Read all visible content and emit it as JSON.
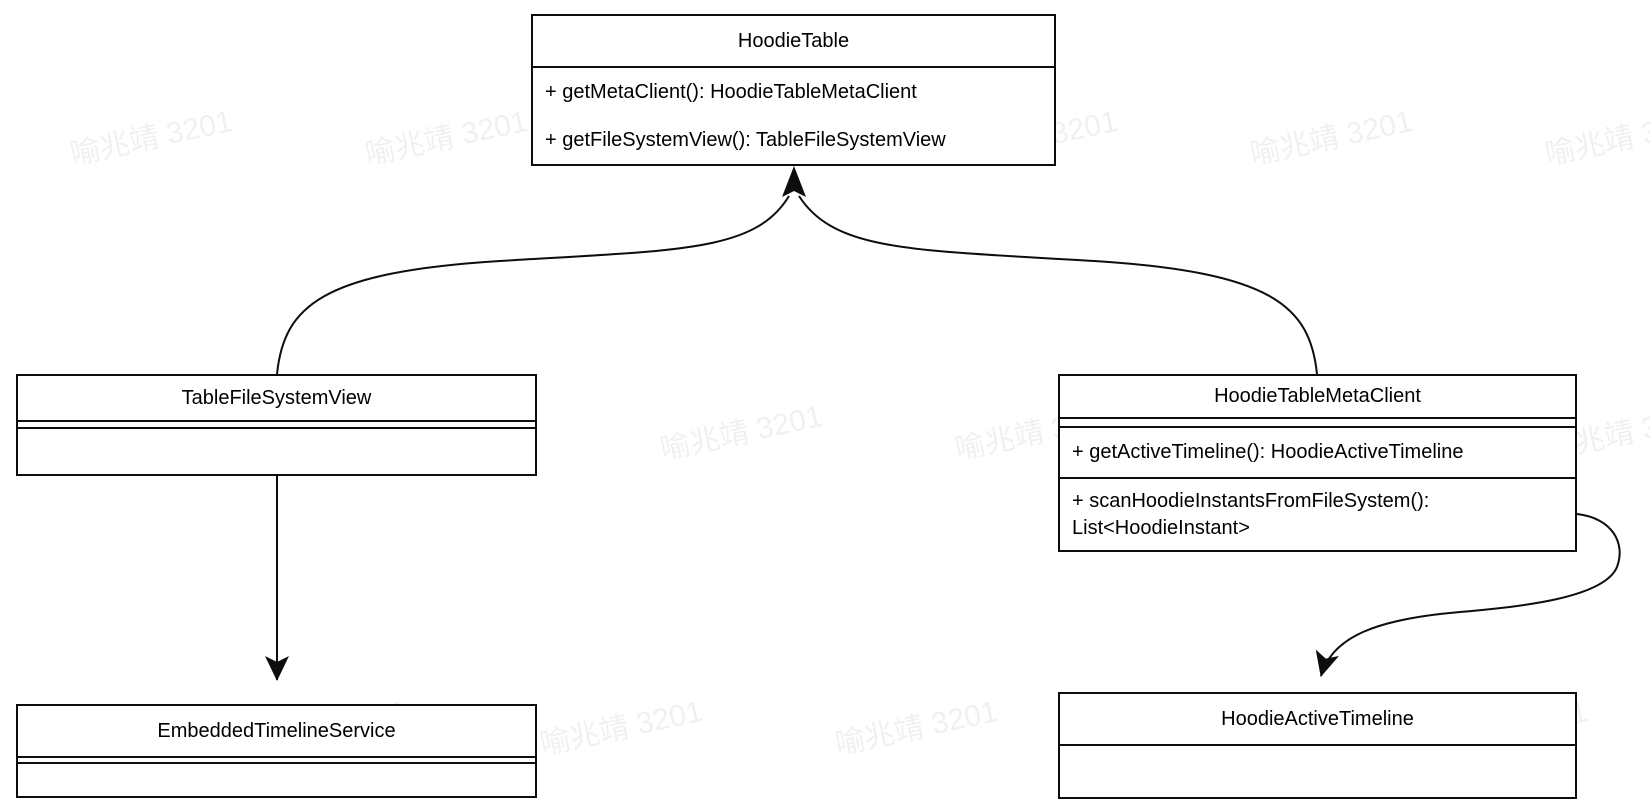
{
  "watermark": {
    "text": "喻兆靖 3201"
  },
  "diagram": {
    "type": "uml-class-diagram",
    "classes": [
      {
        "title": "HoodieTable",
        "methods": [
          "+ getMetaClient(): HoodieTableMetaClient",
          "+ getFileSystemView(): TableFileSystemView"
        ]
      },
      {
        "title": "TableFileSystemView",
        "methods": []
      },
      {
        "title": "HoodieTableMetaClient",
        "methods": [
          "+ getActiveTimeline(): HoodieActiveTimeline",
          "+ scanHoodieInstantsFromFileSystem(): List<HoodieInstant>"
        ]
      },
      {
        "title": "EmbeddedTimelineService",
        "methods": []
      },
      {
        "title": "HoodieActiveTimeline",
        "methods": []
      }
    ],
    "relationships": [
      {
        "from": "TableFileSystemView",
        "to": "HoodieTable"
      },
      {
        "from": "HoodieTableMetaClient",
        "to": "HoodieTable"
      },
      {
        "from": "TableFileSystemView",
        "to": "EmbeddedTimelineService"
      },
      {
        "from": "HoodieTableMetaClient",
        "to": "HoodieActiveTimeline"
      }
    ]
  },
  "colors": {
    "background": "#ffffff",
    "line": "#0d0d0d",
    "watermark": "rgba(0,0,0,0.06)"
  }
}
